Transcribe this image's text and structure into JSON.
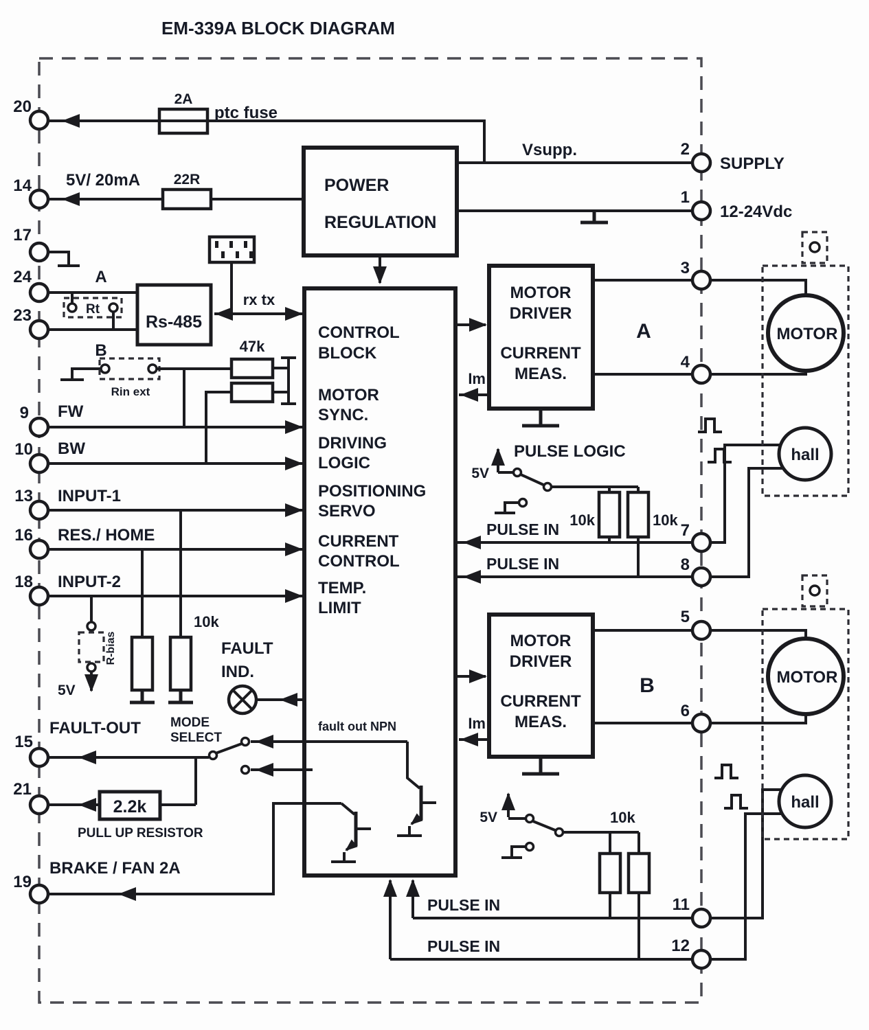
{
  "title": "EM-339A  BLOCK DIAGRAM",
  "pins": {
    "left": {
      "p20": "20",
      "p14": "14",
      "p17": "17",
      "p24": "24",
      "p23": "23",
      "p9": "9",
      "p10": "10",
      "p13": "13",
      "p16": "16",
      "p18": "18",
      "p15": "15",
      "p21": "21",
      "p19": "19"
    },
    "right": {
      "p2": "2",
      "p1": "1",
      "p3": "3",
      "p4": "4",
      "p7": "7",
      "p8": "8",
      "p5": "5",
      "p6": "6",
      "p11": "11",
      "p12": "12"
    }
  },
  "terminals": {
    "supply": "SUPPLY",
    "vdc": "12-24Vdc",
    "vsupp": "Vsupp.",
    "out5v": "5V/ 20mA",
    "ptc_fuse": "ptc fuse",
    "fw": "FW",
    "bw": "BW",
    "input1": "INPUT-1",
    "res_home": "RES./ HOME",
    "input2": "INPUT-2",
    "fault_out": "FAULT-OUT",
    "brake": "BRAKE / FAN 2A",
    "pulse_in": "PULSE IN"
  },
  "blocks": {
    "power_regulation": [
      "POWER",
      "REGULATION"
    ],
    "control_block": [
      "CONTROL",
      "BLOCK"
    ],
    "control_functions": [
      [
        "MOTOR",
        "SYNC."
      ],
      [
        "DRIVING",
        "LOGIC"
      ],
      [
        "POSITIONING",
        "SERVO"
      ],
      [
        "CURRENT",
        "CONTROL"
      ],
      [
        "TEMP.",
        "LIMIT"
      ]
    ],
    "motor_driver": [
      "MOTOR",
      "DRIVER"
    ],
    "current_meas": [
      "CURRENT",
      "MEAS."
    ],
    "rs485": "Rs-485",
    "motor": "MOTOR",
    "hall": "hall"
  },
  "components": {
    "fuse_rating": "2A",
    "r_22": "22R",
    "r_47k": "47k",
    "r_10k": "10k",
    "r_2k2": "2.2k",
    "r_bias": "R-bias",
    "rt": "Rt",
    "rin_ext": "Rin ext",
    "pull_up": "PULL UP RESISTOR",
    "v5": "5V",
    "im": "Im",
    "rx_tx": "rx  tx",
    "pulse_logic": "PULSE LOGIC",
    "mode_select": [
      "MODE",
      "SELECT"
    ],
    "fault_ind": [
      "FAULT",
      "IND."
    ],
    "fault_npn": "fault out NPN",
    "line_a": "A",
    "line_b": "B",
    "channel_a": "A",
    "channel_b": "B"
  }
}
